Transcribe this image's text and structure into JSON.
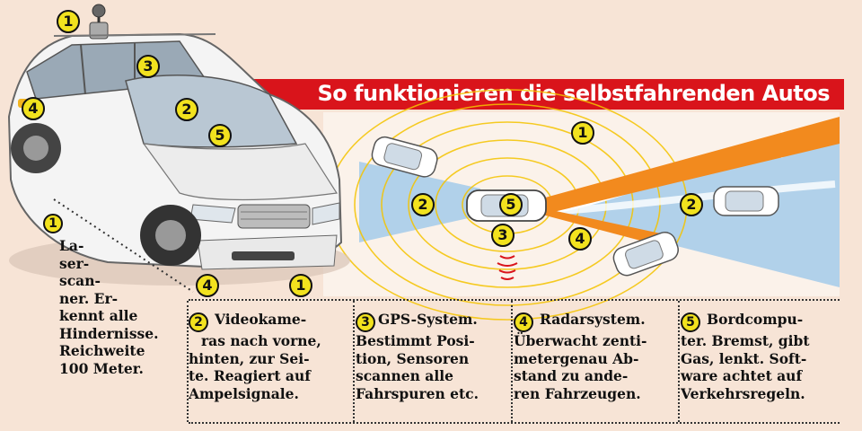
{
  "title": "So funktionieren die selbstfahrenden Autos",
  "badges": {
    "roof": "1",
    "windshield_top": "3",
    "mirror": "2",
    "dash": "5",
    "side": "4",
    "bumper_left": "4",
    "bumper_right": "1",
    "diag_top": "1",
    "diag_left": "2",
    "diag_center": "5",
    "diag_gps": "3",
    "diag_radar": "4",
    "diag_right": "2"
  },
  "items": [
    {
      "num": "1",
      "lines": [
        "La-",
        "ser-",
        "scan-",
        "ner. Er-",
        "kennt alle",
        "Hindernisse.",
        "Reichweite",
        "100 Meter."
      ]
    },
    {
      "num": "2",
      "lines": [
        "Videokame-",
        "ras nach vorne,",
        "hinten, zur Sei-",
        "te. Reagiert auf",
        "Ampelsignale."
      ]
    },
    {
      "num": "3",
      "lines": [
        "GPS-System.",
        "Bestimmt Posi-",
        "tion, Sensoren",
        "scannen alle",
        "Fahrspuren etc."
      ]
    },
    {
      "num": "4",
      "lines": [
        "Radarsystem.",
        "Überwacht zenti-",
        "metergenau Ab-",
        "stand zu ande-",
        "ren Fahrzeugen."
      ]
    },
    {
      "num": "5",
      "lines": [
        "Bordcompu-",
        "ter. Bremst, gibt",
        "Gas, lenkt. Soft-",
        "ware achtet auf",
        "Verkehrsregeln."
      ]
    }
  ],
  "colors": {
    "banner": "#d9141b",
    "badge": "#f2e21e",
    "laser": "#f28a1e",
    "radar_rings": "#f5c400",
    "camera_zone": "#a9cdea",
    "background": "#f7e4d6"
  }
}
